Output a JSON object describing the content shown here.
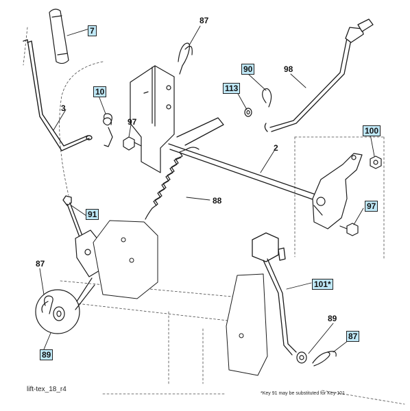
{
  "figure": {
    "id_label": "lift-tex_18_r4",
    "footnote": "*Key 91 may be substituted for Key 101"
  },
  "callouts": [
    {
      "key": "c7",
      "text": "7",
      "boxed": true
    },
    {
      "key": "c87a",
      "text": "87",
      "boxed": false
    },
    {
      "key": "c90",
      "text": "90",
      "boxed": true
    },
    {
      "key": "c98",
      "text": "98",
      "boxed": false
    },
    {
      "key": "c10",
      "text": "10",
      "boxed": true
    },
    {
      "key": "c113",
      "text": "113",
      "boxed": true
    },
    {
      "key": "c3",
      "text": "3",
      "boxed": false
    },
    {
      "key": "c97a",
      "text": "97",
      "boxed": false
    },
    {
      "key": "c100",
      "text": "100",
      "boxed": true
    },
    {
      "key": "c2",
      "text": "2",
      "boxed": false
    },
    {
      "key": "c88",
      "text": "88",
      "boxed": false
    },
    {
      "key": "c97b",
      "text": "97",
      "boxed": true
    },
    {
      "key": "c91",
      "text": "91",
      "boxed": true
    },
    {
      "key": "c87b",
      "text": "87",
      "boxed": false
    },
    {
      "key": "c101",
      "text": "101*",
      "boxed": true
    },
    {
      "key": "c89a",
      "text": "89",
      "boxed": false
    },
    {
      "key": "c87c",
      "text": "87",
      "boxed": true
    },
    {
      "key": "c89b",
      "text": "89",
      "boxed": true
    }
  ],
  "colors": {
    "line": "#1a1a1a",
    "callout_fill": "#bfe8f7",
    "background": "#ffffff"
  }
}
